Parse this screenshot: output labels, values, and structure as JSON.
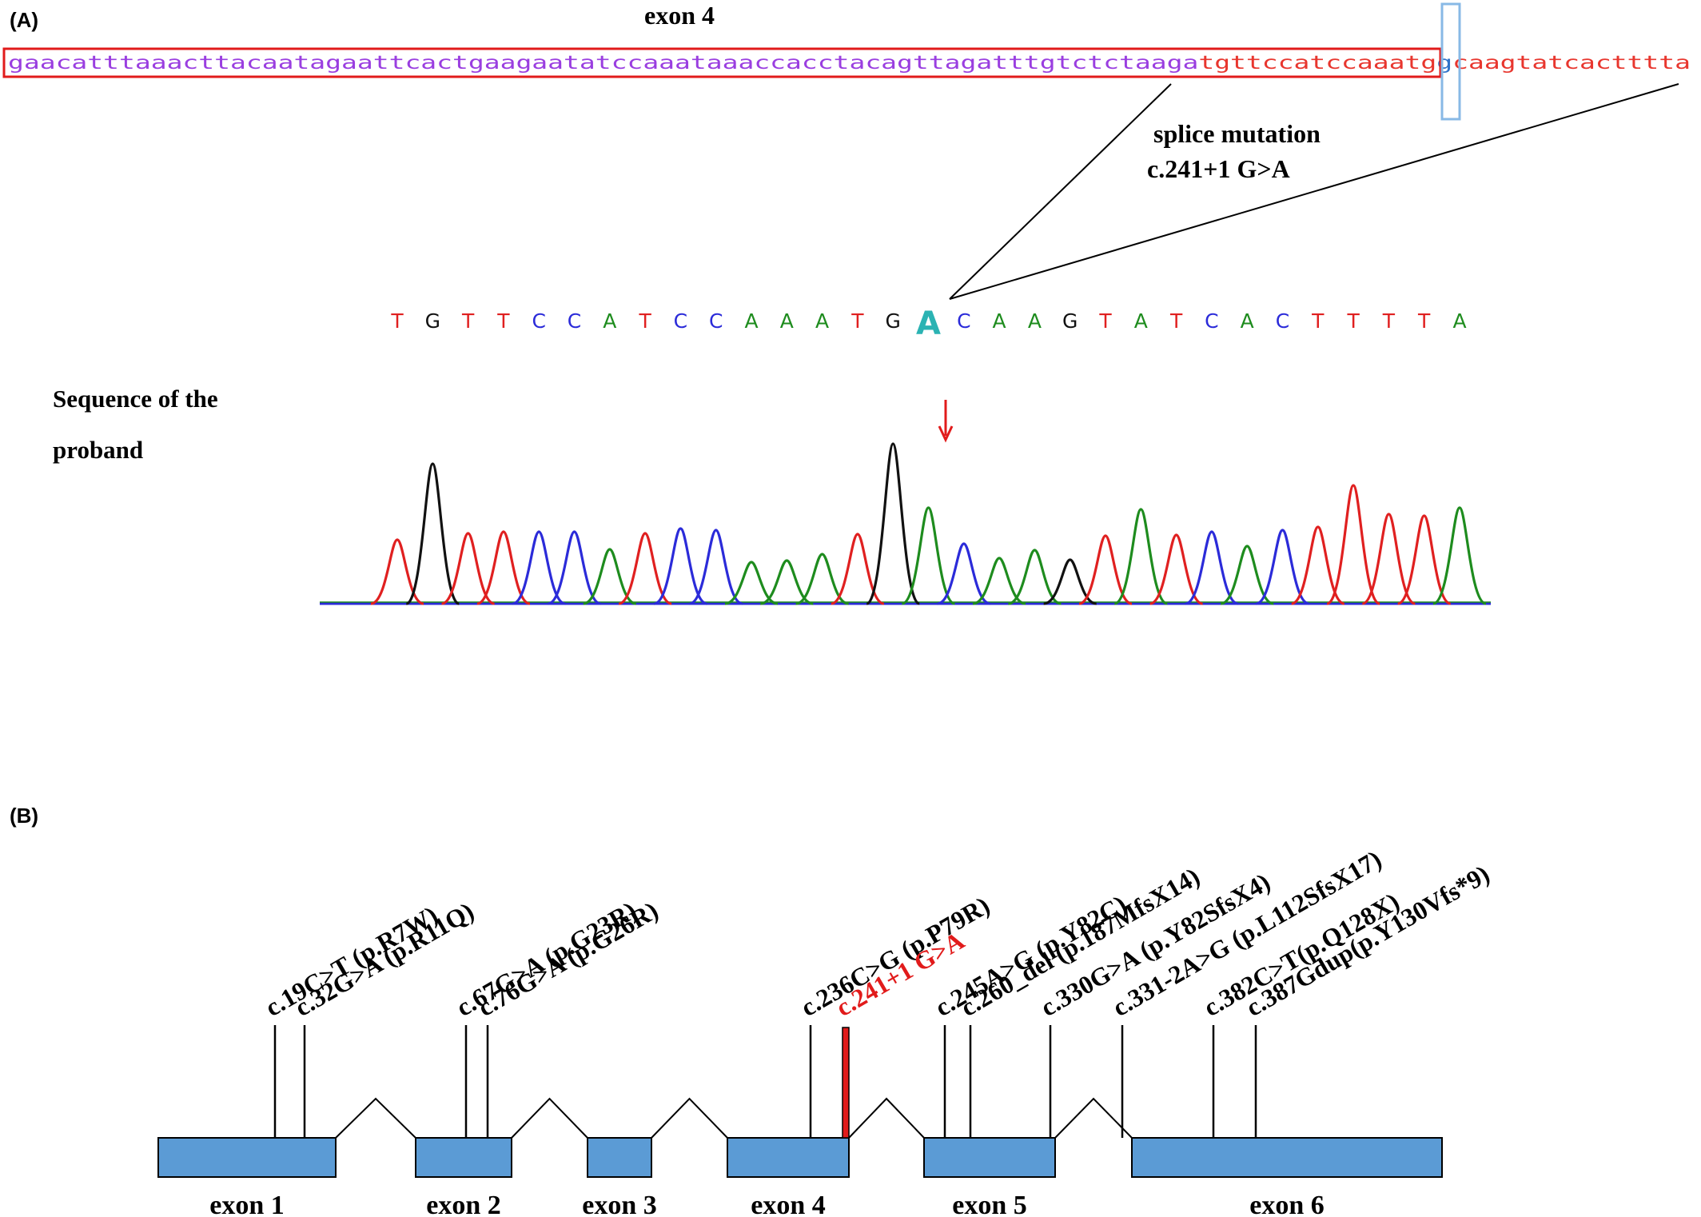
{
  "panel_a": {
    "panel_label": "(A)",
    "exon_title": "exon 4",
    "genomic_sequence": {
      "exon_part_purple": "gaacatttaaacttacaatagaattcactgaagaatatccaaataaaccacctacagttagatttgtctctaaga",
      "exon_part_red": "tgttccatccaaatg",
      "mutated_base": "g",
      "intron_part": "caagtatcactttta"
    },
    "mutation_label_line1": "splice mutation",
    "mutation_label_line2": "c.241+1 G>A",
    "chromatogram_bases": [
      "T",
      "G",
      "T",
      "T",
      "C",
      "C",
      "A",
      "T",
      "C",
      "C",
      "A",
      "A",
      "A",
      "T",
      "G",
      "A",
      "C",
      "A",
      "A",
      "G",
      "T",
      "A",
      "T",
      "C",
      "A",
      "C",
      "T",
      "T",
      "T",
      "T",
      "A"
    ],
    "mutated_base_index": 15,
    "proband_label_line1": "Sequence of the",
    "proband_label_line2": "proband",
    "base_colors": {
      "A": "#1e8c1e",
      "C": "#2b2bd9",
      "G": "#111111",
      "T": "#e02020"
    }
  },
  "panel_b": {
    "panel_label": "(B)",
    "exons": [
      {
        "label": "exon 1"
      },
      {
        "label": "exon 2"
      },
      {
        "label": "exon 3"
      },
      {
        "label": "exon 4"
      },
      {
        "label": "exon 5"
      },
      {
        "label": "exon 6"
      }
    ],
    "mutations": [
      {
        "label": "c.19C>T (p.R7W)",
        "highlight": false
      },
      {
        "label": "c.32G>A (p.R11Q)",
        "highlight": false
      },
      {
        "label": "c.67G>A (p.G23R)",
        "highlight": false
      },
      {
        "label": "c.76G>A (p.G26R)",
        "highlight": false
      },
      {
        "label": "c.236C>G (p.P79R)",
        "highlight": false
      },
      {
        "label": "c.241+1 G>A",
        "highlight": true
      },
      {
        "label": "c.245A>G (p.Y82C)",
        "highlight": false
      },
      {
        "label": "c.260_del (p.187MfsX14)",
        "highlight": false
      },
      {
        "label": "c.330G>A (p.Y82SfsX4)",
        "highlight": false
      },
      {
        "label": "c.331-2A>G (p.L112SfsX17)",
        "highlight": false
      },
      {
        "label": "c.382C>T(p.Q128X)",
        "highlight": false
      },
      {
        "label": "c.387Gdup(p.Y130Vfs*9)",
        "highlight": false
      }
    ],
    "colors": {
      "exon_fill": "#5b9bd5",
      "highlight": "#e11b1b",
      "line": "#000000"
    }
  }
}
